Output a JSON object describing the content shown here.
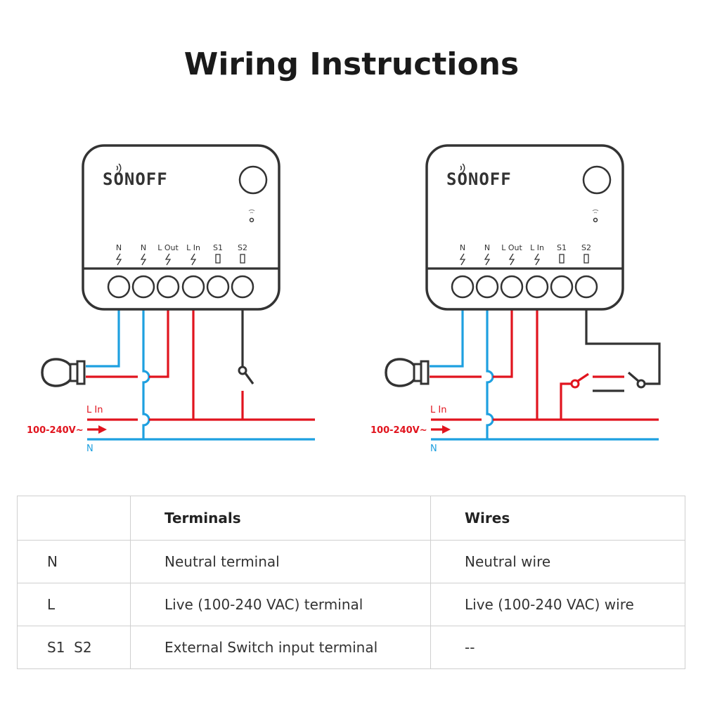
{
  "title": "Wiring Instructions",
  "device": {
    "brand": "SONOFF",
    "terminals": [
      "N",
      "N",
      "L Out",
      "L In",
      "S1",
      "S2"
    ]
  },
  "diagram": {
    "l_in_label": "L In",
    "voltage_label": "100-240V~",
    "n_label": "N"
  },
  "colors": {
    "live": "#e1141e",
    "neutral": "#1ea0e0",
    "switch": "#333333"
  },
  "table": {
    "headers": [
      "",
      "Terminals",
      "Wires"
    ],
    "rows": [
      [
        "N",
        "Neutral terminal",
        "Neutral wire"
      ],
      [
        "L",
        "Live (100-240 VAC) terminal",
        "Live (100-240 VAC) wire"
      ],
      [
        "S1  S2",
        "External Switch input terminal",
        "--"
      ]
    ]
  }
}
